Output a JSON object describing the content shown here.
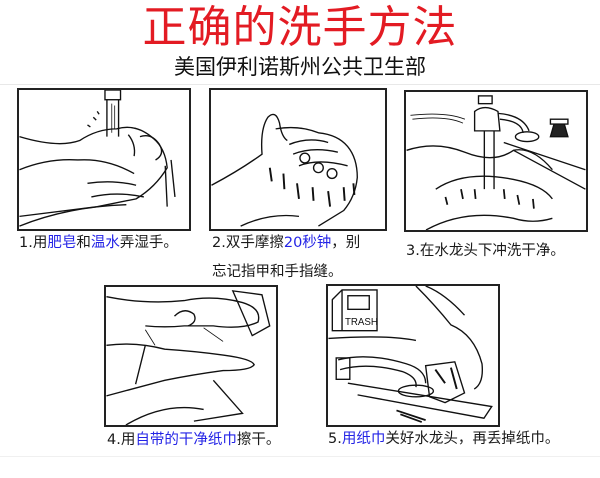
{
  "header": {
    "title": "正确的洗手方法",
    "subtitle": "美国伊利诺斯州公共卫生部",
    "title_color": "#e31b23",
    "highlight_color": "#2323e6"
  },
  "steps": [
    {
      "number": "1.",
      "illustration": "wetting-hands-under-faucet",
      "caption": [
        {
          "text": "用",
          "hl": false
        },
        {
          "text": "肥皂",
          "hl": true
        },
        {
          "text": "和",
          "hl": false
        },
        {
          "text": "温水",
          "hl": true
        },
        {
          "text": "弄湿手。",
          "hl": false
        }
      ]
    },
    {
      "number": "2.",
      "illustration": "rubbing-soapy-hands",
      "caption": [
        {
          "text": "双手摩擦",
          "hl": false
        },
        {
          "text": "20秒钟",
          "hl": true
        },
        {
          "text": "，别",
          "hl": false
        }
      ],
      "caption_line2": "忘记指甲和手指缝。"
    },
    {
      "number": "3.",
      "illustration": "rinsing-under-faucet",
      "caption": [
        {
          "text": "在水龙头下冲洗干净。",
          "hl": false
        }
      ]
    },
    {
      "number": "4.",
      "illustration": "drying-with-paper-towel",
      "caption": [
        {
          "text": "用",
          "hl": false
        },
        {
          "text": "自带的干净纸巾",
          "hl": true
        },
        {
          "text": "擦干。",
          "hl": false
        }
      ]
    },
    {
      "number": "5.",
      "illustration": "turning-off-faucet-with-towel",
      "trash_label": "TRASH",
      "caption": [
        {
          "text": "用纸巾",
          "hl": true
        },
        {
          "text": "关好水龙头，再丢掉纸巾。",
          "hl": false
        }
      ]
    }
  ]
}
